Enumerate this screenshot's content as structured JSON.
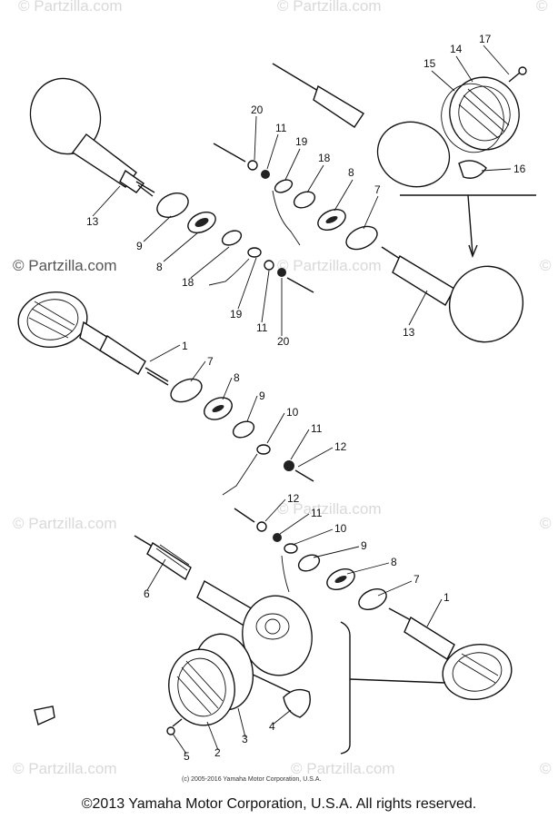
{
  "watermarks": {
    "brand": "Partzilla.com",
    "brand_left": "© Partzilla.com",
    "copyright_symbol": "©"
  },
  "callouts": {
    "c_17": "17",
    "c_14": "14",
    "c_15": "15",
    "c_16": "16",
    "c_20_top": "20",
    "c_11_top": "11",
    "c_19_top": "19",
    "c_18_top": "18",
    "c_8_top": "8",
    "c_7_top": "7",
    "c_13_left": "13",
    "c_9_left": "9",
    "c_8_left": "8",
    "c_18_left": "18",
    "c_19_left": "19",
    "c_11_left": "11",
    "c_20_left": "20",
    "c_13_right": "13",
    "c_1_mid": "1",
    "c_7_mid": "7",
    "c_8_mid": "8",
    "c_9_mid": "9",
    "c_10_mid": "10",
    "c_11_mid": "11",
    "c_12_mid": "12",
    "c_12_low": "12",
    "c_11_low": "11",
    "c_10_low": "10",
    "c_9_low": "9",
    "c_8_low": "8",
    "c_7_low": "7",
    "c_1_low": "1",
    "c_6": "6",
    "c_4": "4",
    "c_3": "3",
    "c_2": "2",
    "c_5": "5"
  },
  "inner_copyright": "(c) 2005-2016 Yamaha Motor Corporation, U.S.A.",
  "footer": {
    "copyright": "©2013 Yamaha Motor Corporation, U.S.A. All rights reserved."
  }
}
